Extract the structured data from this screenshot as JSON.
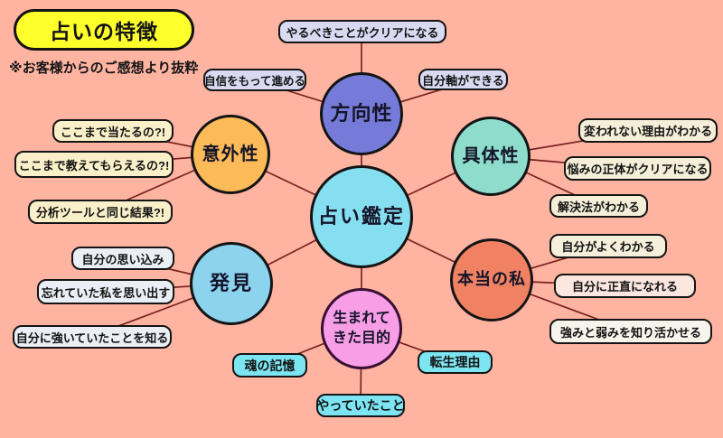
{
  "title": {
    "label": "占いの特徴",
    "note": "※お客様からのご感想より抜粋"
  },
  "center": {
    "label": "占い鑑定",
    "color": "#86dff0"
  },
  "branches": [
    {
      "id": "direction",
      "label": "方向性",
      "color": "#767ad8",
      "leaf_color": "#d9daf2",
      "leaves": [
        "やるべきことがクリアになる",
        "自信をもって進める",
        "自分軸ができる"
      ]
    },
    {
      "id": "unexpectedness",
      "label": "意外性",
      "color": "#fcba58",
      "leaf_color": "#f9efc9",
      "leaves": [
        "ここまで当たるの?!",
        "ここまで教えてもらえるの?!",
        "分析ツールと同じ結果?!"
      ]
    },
    {
      "id": "discovery",
      "label": "発見",
      "color": "#8cd3ee",
      "leaf_color": "#eaeff6",
      "leaves": [
        "自分の思い込み",
        "忘れていた私を思い出す",
        "自分に強いていたことを知る"
      ]
    },
    {
      "id": "purpose",
      "label": "生まれてきた目的",
      "color": "#f79ee7",
      "leaf_color": "#7de5f2",
      "leaves": [
        "魂の記憶",
        "転生理由",
        "やっていたこと"
      ]
    },
    {
      "id": "concreteness",
      "label": "具体性",
      "color": "#8edccb",
      "leaf_color": "#f5efd9",
      "leaves": [
        "変われない理由がわかる",
        "悩みの正体がクリアになる",
        "解決法がわかる"
      ]
    },
    {
      "id": "true-self",
      "label": "本当の私",
      "color": "#f08263",
      "leaf_colors": [
        "#f6efdc",
        "#fbe7e0",
        "#f7f4ec"
      ],
      "leaves": [
        "自分がよくわかる",
        "自分に正直になれる",
        "強みと弱みを知り活かせる"
      ]
    }
  ],
  "colors": {
    "background": "#ffb4a2",
    "title_bg": "#ffff2b",
    "connector_line": "#7b2222",
    "node_border": "#141414"
  }
}
